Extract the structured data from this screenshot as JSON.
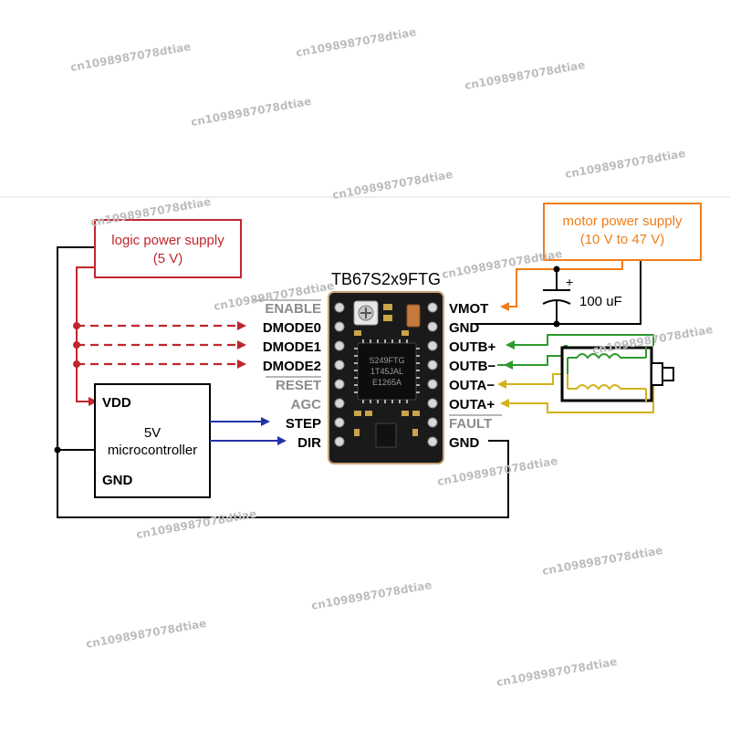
{
  "watermark": "cn1098987078dtiae",
  "board": {
    "title": "TB67S2x9FTG",
    "chip_lines": [
      "S249FTG",
      "1T45JAL",
      "E1265A"
    ]
  },
  "logic_supply": {
    "line1": "logic power supply",
    "line2": "(5 V)"
  },
  "motor_supply": {
    "line1": "motor power supply",
    "line2": "(10 V to 47 V)"
  },
  "capacitor": {
    "label": "100 uF",
    "plus": "+"
  },
  "microcontroller": {
    "vdd": "VDD",
    "line1": "5V",
    "line2": "microcontroller",
    "gnd": "GND"
  },
  "left_pins": [
    "ENABLE",
    "DMODE0",
    "DMODE1",
    "DMODE2",
    "RESET",
    "AGC",
    "STEP",
    "DIR"
  ],
  "right_pins": [
    "VMOT",
    "GND",
    "OUTB+",
    "OUTB−",
    "OUTA−",
    "OUTA+",
    "FAULT",
    "GND"
  ],
  "colors": {
    "logic": "#c0262d",
    "motor": "#f07d1a",
    "signal": "#2233aa",
    "coil_b": "#2e9a2e",
    "coil_a": "#d4b21a",
    "board": "#1a1a1a"
  }
}
